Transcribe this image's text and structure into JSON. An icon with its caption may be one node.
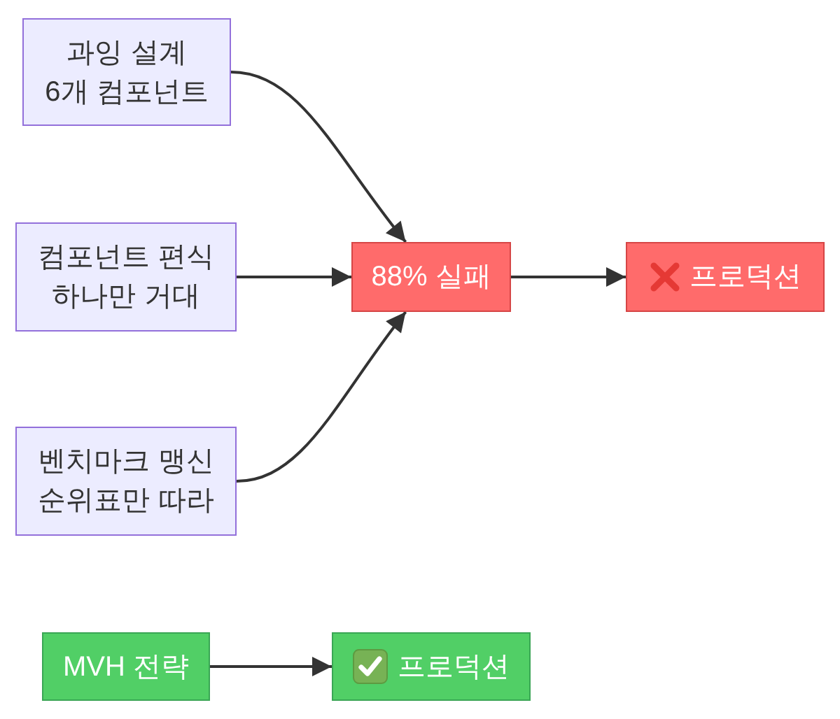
{
  "diagram": {
    "nodes": [
      {
        "text": [
          "과잉 설계 6개 컴포넌트"
        ]
      },
      {
        "text": [
          "컴포넌트 편식 하나만 거대"
        ]
      },
      {
        "text": [
          "벤치마크 맹신 순위표만 따라"
        ]
      },
      {
        "text": [
          "88% 실패"
        ]
      },
      {
        "text": [
          "프로덕션"
        ]
      },
      {
        "text": [
          "MVH 전략"
        ]
      },
      {
        "text": [
          "프로덕션"
        ]
      }
    ],
    "edges": [
      {
        "from": 0,
        "to": 3,
        "arrow": "to"
      },
      {
        "from": 1,
        "to": 3,
        "arrow": "to"
      },
      {
        "from": 2,
        "to": 3,
        "arrow": "to"
      },
      {
        "from": 3,
        "to": 4,
        "arrow": "to"
      },
      {
        "from": 5,
        "to": 6,
        "arrow": "to"
      }
    ]
  }
}
